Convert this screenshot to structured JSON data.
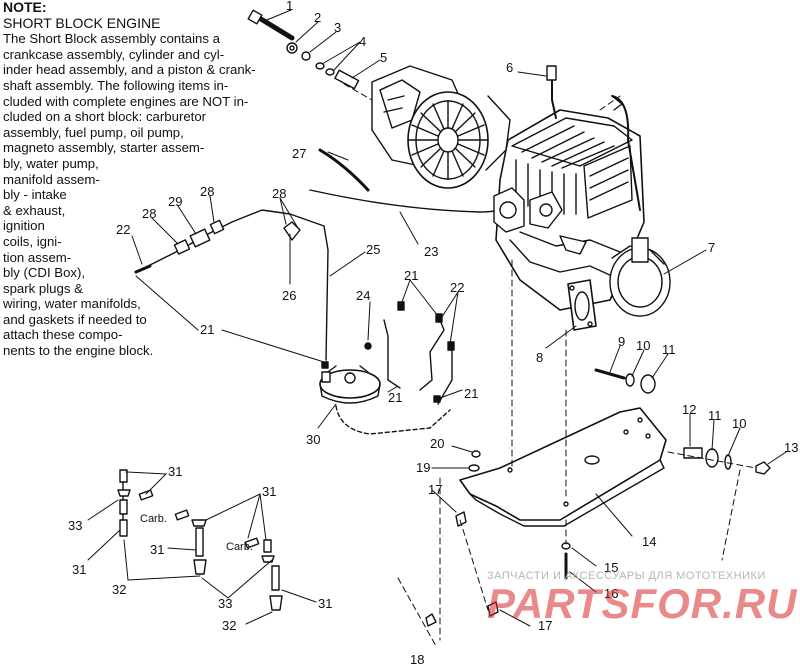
{
  "note": {
    "heading": "NOTE:",
    "subheading": "SHORT BLOCK ENGINE",
    "lines": [
      "The Short Block assembly contains a",
      "crankcase assembly, cylinder and cyl-",
      "inder head assembly, and a piston & crank-",
      "shaft assembly.  The following items in-",
      "cluded with complete engines are NOT in-",
      "cluded on a short block:  carburetor",
      "assembly, fuel pump, oil pump,",
      "magneto assembly, starter assem-",
      "bly, water pump,",
      "manifold assem-",
      "bly - intake",
      "& exhaust,",
      "ignition",
      "coils, igni-",
      "tion assem-",
      "bly (CDI Box),",
      "spark plugs &",
      "wiring, water manifolds,",
      "and gaskets if needed to",
      "attach these compo-",
      "nents to the engine block."
    ]
  },
  "callouts": {
    "c1": "1",
    "c2": "2",
    "c3": "3",
    "c4": "4",
    "c5": "5",
    "c6": "6",
    "c7": "7",
    "c8": "8",
    "c9": "9",
    "c10a": "10",
    "c11a": "11",
    "c12": "12",
    "c11b": "11",
    "c10b": "10",
    "c13": "13",
    "c14": "14",
    "c15": "15",
    "c16": "16",
    "c17a": "17",
    "c17b": "17",
    "c18": "18",
    "c19": "19",
    "c20": "20",
    "c21a": "21",
    "c21b": "21",
    "c21c": "21",
    "c21d": "21",
    "c22a": "22",
    "c22b": "22",
    "c23": "23",
    "c24": "24",
    "c25": "25",
    "c26": "26",
    "c27": "27",
    "c28a": "28",
    "c28b": "28",
    "c28c": "28",
    "c29": "29",
    "c30": "30",
    "c31a": "31",
    "c31b": "31",
    "c31c": "31",
    "c31d": "31",
    "c31e": "31",
    "c32a": "32",
    "c32b": "32",
    "c33a": "33",
    "c33b": "33",
    "carb1": "Carb.",
    "carb2": "Carb."
  },
  "watermark": {
    "caption": "ЗАПЧАСТИ И АКСЕССУАРЫ ДЛЯ МОТОТЕХНИКИ",
    "logo": "PARTSFOR.RU"
  }
}
